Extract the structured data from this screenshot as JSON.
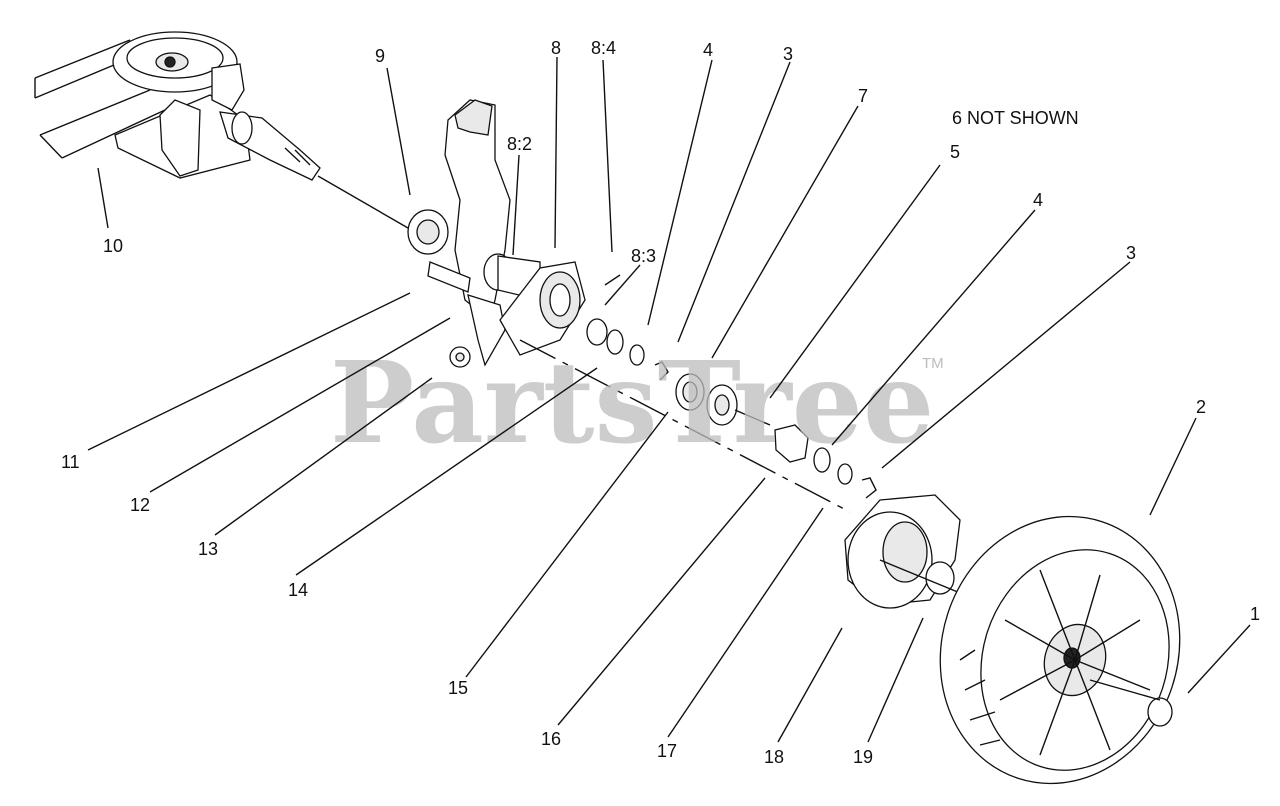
{
  "note": "6 NOT SHOWN",
  "watermark": {
    "text": "PartsTree",
    "trademark": "TM"
  },
  "callouts": [
    "9",
    "8",
    "8:4",
    "4",
    "3",
    "7",
    "8:2",
    "8:3",
    "5",
    "4",
    "3",
    "10",
    "2",
    "11",
    "12",
    "13",
    "14",
    "15",
    "16",
    "17",
    "18",
    "19",
    "1"
  ],
  "colors": {
    "ink": "#111111",
    "watermark": "#bdbdbd"
  }
}
